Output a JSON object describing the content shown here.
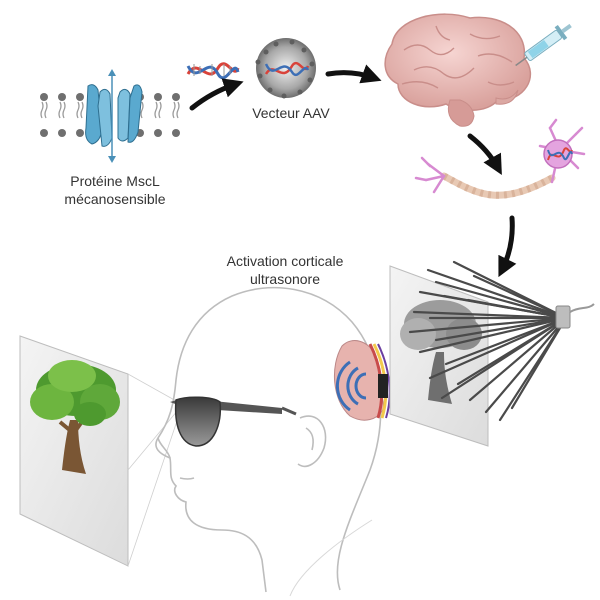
{
  "labels": {
    "mscl_line1": "Protéine MscL",
    "mscl_line2": "mécanosensible",
    "aav_vector": "Vecteur AAV",
    "activation_line1": "Activation corticale",
    "activation_line2": "ultrasonore"
  },
  "icons": {
    "membrane": "lipid-membrane-icon",
    "channel": "mscl-channel-icon",
    "dna": "dna-helix-icon",
    "aav": "aav-capsid-icon",
    "brain": "brain-icon",
    "syringe": "syringe-icon",
    "neuron": "neuron-icon",
    "transducer": "ultrasound-transducer-icon",
    "head": "human-head-icon",
    "glasses": "glasses-icon",
    "tree": "tree-icon"
  },
  "colors": {
    "channel": "#5aa9cf",
    "channel_arrow": "#4a90b8",
    "dna_red": "#d9433a",
    "dna_blue": "#3d6fb6",
    "capsid": "#8a8a8a",
    "brain": "#e9b8b5",
    "brain_dark": "#c98e8a",
    "neuron": "#d78ad1",
    "arrow": "#111111",
    "tree_green": "#5fa83a",
    "tree_trunk": "#7a5634",
    "beam": "#555555"
  }
}
